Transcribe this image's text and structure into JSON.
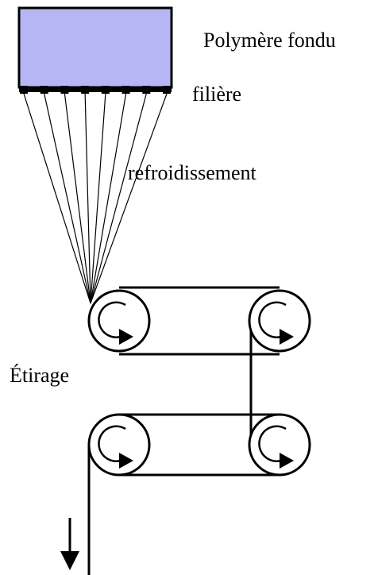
{
  "labels": {
    "polymer": "Polymère fondu",
    "spinneret": "filière",
    "cooling": "refroidissement",
    "drawing": "Étirage"
  },
  "colors": {
    "reservoir_fill": "#b6b6f4",
    "line": "#000000",
    "background": "#ffffff"
  },
  "spinneret_holes": 8,
  "rollers": 4
}
